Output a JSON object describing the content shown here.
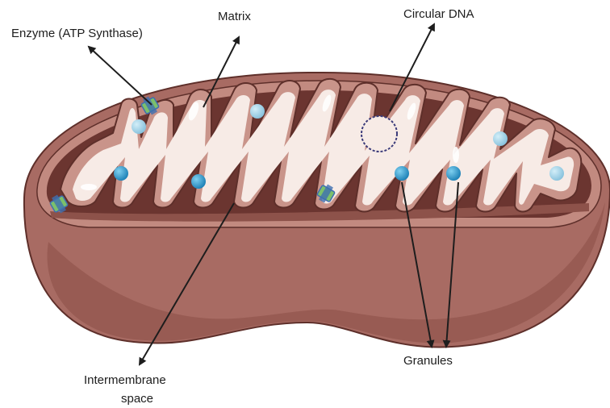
{
  "labels": {
    "enzyme": "Enzyme (ATP Synthase)",
    "matrix": "Matrix",
    "circular_dna": "Circular DNA",
    "intermembrane_line1": "Intermembrane",
    "intermembrane_line2": "space",
    "granules": "Granules"
  },
  "colors": {
    "outer_body": "#a86b63",
    "outer_dark": "#7a433c",
    "membrane_edge": "#5e2f2a",
    "intermembrane": "#6b3530",
    "cristae": "#c9948a",
    "matrix": "#f7ebe6",
    "granule": "#2d95c9",
    "granule_light": "#8ec5dd",
    "enzyme_green": "#7cc06b",
    "enzyme_blue": "#3f6fb0"
  }
}
